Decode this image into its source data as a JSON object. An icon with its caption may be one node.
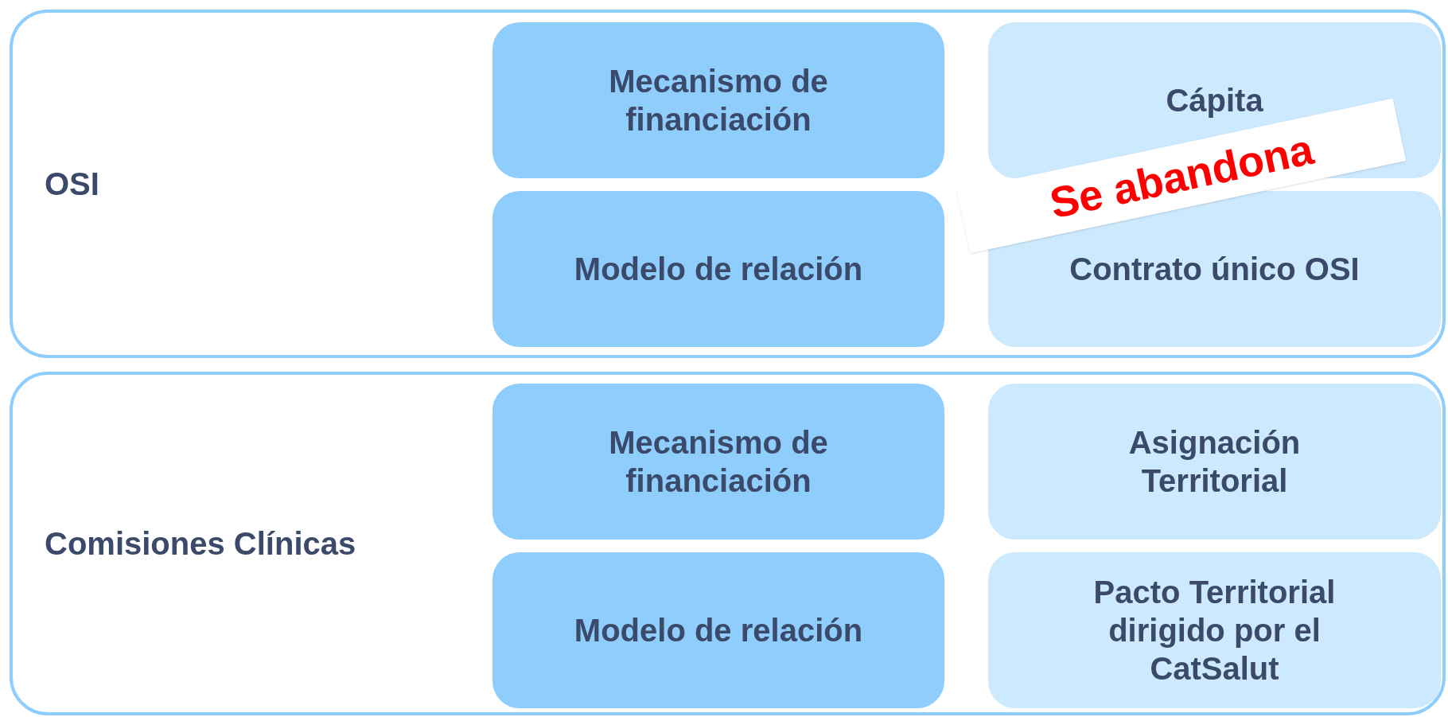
{
  "diagram": {
    "nodes": [
      {
        "text": [
          "OSI"
        ]
      },
      {
        "text": [
          "Mecanismo de financiación"
        ],
        "in": 0
      },
      {
        "text": [
          "Cápita"
        ],
        "in": 0
      },
      {
        "text": [
          "Modelo de relación"
        ],
        "in": 0
      },
      {
        "text": [
          "Contrato único OSI"
        ],
        "in": 0
      },
      {
        "text": [
          "Comisiones Clínicas"
        ]
      },
      {
        "text": [
          "Mecanismo de financiación"
        ],
        "in": 5
      },
      {
        "text": [
          "Asignación Territorial"
        ],
        "in": 5
      },
      {
        "text": [
          "Modelo de relación"
        ],
        "in": 5
      },
      {
        "text": [
          "Pacto Territorial dirigido por el CatSalut"
        ],
        "in": 5
      }
    ],
    "labels": [
      "Se abandona"
    ]
  }
}
